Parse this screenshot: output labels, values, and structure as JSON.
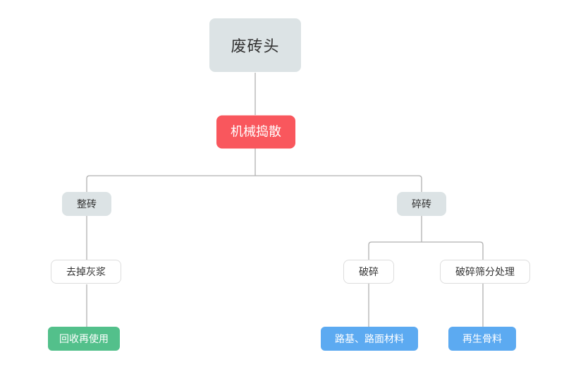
{
  "diagram": {
    "type": "flowchart-tree",
    "nodes": {
      "root": {
        "label": "废砖头",
        "style": "neutral-large"
      },
      "mechanical": {
        "label": "机械捣散",
        "style": "danger-red"
      },
      "whole_brick": {
        "label": "整砖",
        "style": "neutral"
      },
      "broken_brick": {
        "label": "碎砖",
        "style": "neutral"
      },
      "remove_mortar": {
        "label": "去掉灰浆",
        "style": "plain-white"
      },
      "crushing": {
        "label": "破碎",
        "style": "plain-white"
      },
      "crush_screening": {
        "label": "破碎筛分处理",
        "style": "plain-white"
      },
      "recycle_reuse": {
        "label": "回收再使用",
        "style": "success-green"
      },
      "road_material": {
        "label": "路基、路面材料",
        "style": "info-blue"
      },
      "recycled_aggregate": {
        "label": "再生骨料",
        "style": "info-blue"
      }
    },
    "edges": [
      {
        "from": "root",
        "to": "mechanical"
      },
      {
        "from": "mechanical",
        "to": "whole_brick"
      },
      {
        "from": "mechanical",
        "to": "broken_brick"
      },
      {
        "from": "whole_brick",
        "to": "remove_mortar"
      },
      {
        "from": "remove_mortar",
        "to": "recycle_reuse"
      },
      {
        "from": "broken_brick",
        "to": "crushing"
      },
      {
        "from": "broken_brick",
        "to": "crush_screening"
      },
      {
        "from": "crushing",
        "to": "road_material"
      },
      {
        "from": "crush_screening",
        "to": "recycled_aggregate"
      }
    ],
    "colors": {
      "neutral_fill": "#dce3e5",
      "danger_fill": "#f9575d",
      "success_fill": "#53c08b",
      "info_fill": "#5caaf1",
      "plain_border": "#dddddd",
      "line": "#b0b0b0",
      "text_dark": "#333333",
      "text_light": "#ffffff",
      "background": "#ffffff"
    }
  }
}
